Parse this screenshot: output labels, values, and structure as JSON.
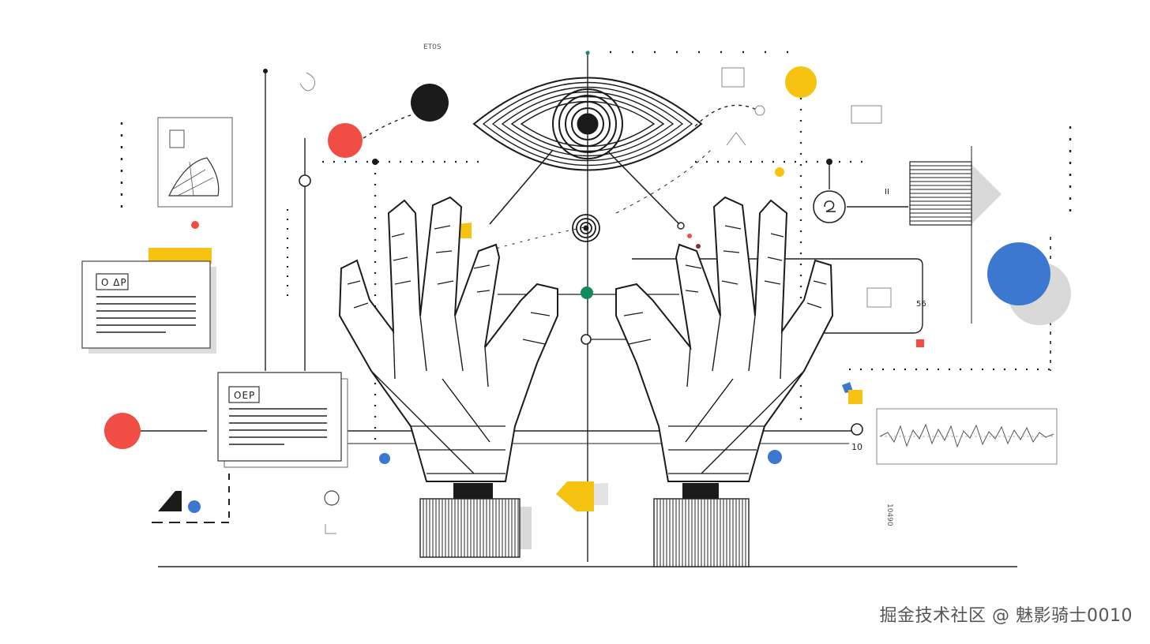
{
  "labels": {
    "doc_top": "O ΔP",
    "doc_bottom": "OEP",
    "tag_top": "ΕΤ0S",
    "num_right": "56",
    "small_mark": "II",
    "right_vertical": "10490",
    "right_wave_tag": "10"
  },
  "watermark": "掘金技术社区 @ 魅影骑士0010",
  "colors": {
    "red": "#f04e44",
    "yellow": "#f6c313",
    "blue": "#3c78d0",
    "black": "#1b1b1b",
    "green": "#138a5a",
    "gray": "#d9d9d9"
  }
}
